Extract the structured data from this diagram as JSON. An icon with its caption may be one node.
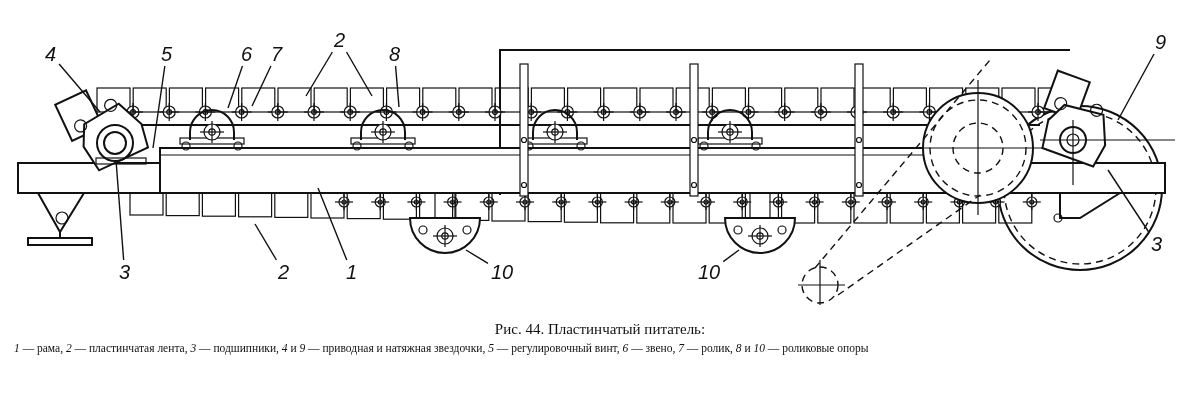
{
  "diagram": {
    "title": "Рис. 44. Пластинчатый питатель:",
    "caption": "*1* — рама, *2* — пластинчатая лента, *3* — подшипники, *4* и *9* — приводная и натяжная звездочки, *5* — регулировочный винт, *6* — звено, *7* — ролик, *8* и *10* — роликовые опоры",
    "nodes": [
      {
        "text": [
          "4"
        ]
      },
      {
        "text": [
          "5"
        ]
      },
      {
        "text": [
          "6"
        ]
      },
      {
        "text": [
          "7"
        ]
      },
      {
        "text": [
          "2"
        ]
      },
      {
        "text": [
          "8"
        ]
      },
      {
        "text": [
          "3"
        ]
      },
      {
        "text": [
          "2"
        ]
      },
      {
        "text": [
          "1"
        ]
      },
      {
        "text": [
          "10"
        ]
      },
      {
        "text": [
          "10"
        ]
      },
      {
        "text": [
          "9"
        ]
      },
      {
        "text": [
          "3"
        ]
      }
    ],
    "edges": [
      {
        "from": 0,
        "to": null,
        "arrow": "none"
      },
      {
        "from": 1,
        "to": null,
        "arrow": "none"
      },
      {
        "from": 2,
        "to": null,
        "arrow": "none"
      },
      {
        "from": 3,
        "to": null,
        "arrow": "none"
      },
      {
        "from": 4,
        "to": null,
        "arrow": "none"
      },
      {
        "from": 4,
        "to": null,
        "arrow": "none"
      },
      {
        "from": 5,
        "to": null,
        "arrow": "none"
      },
      {
        "from": 6,
        "to": null,
        "arrow": "none"
      },
      {
        "from": 7,
        "to": null,
        "arrow": "none"
      },
      {
        "from": 8,
        "to": null,
        "arrow": "none"
      },
      {
        "from": 9,
        "to": null,
        "arrow": "none"
      },
      {
        "from": 10,
        "to": null,
        "arrow": "none"
      },
      {
        "from": 11,
        "to": null,
        "arrow": "none"
      },
      {
        "from": 12,
        "to": null,
        "arrow": "none"
      }
    ]
  }
}
